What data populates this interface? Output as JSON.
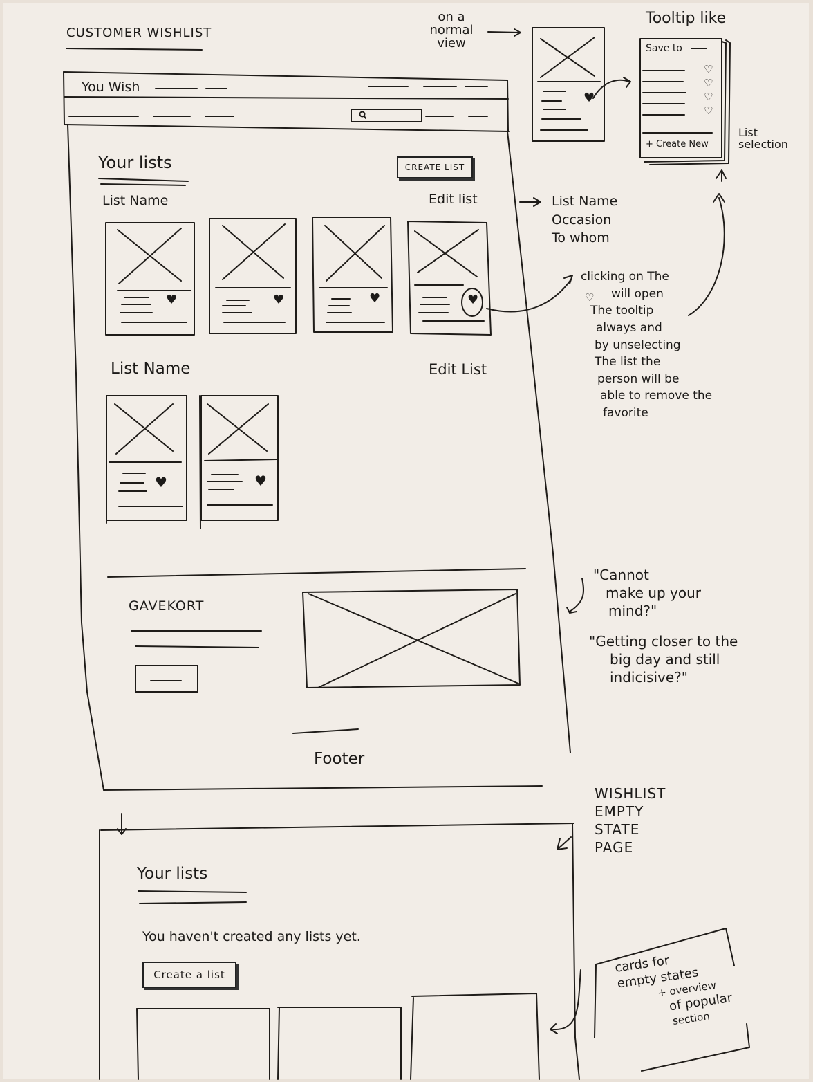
{
  "page_title": "Customer Wishlist",
  "header": {
    "logo": "You Wish"
  },
  "main": {
    "heading": "Your lists",
    "create_button": "Create list",
    "lists": [
      {
        "name": "List Name",
        "edit_label": "Edit list",
        "items": 4
      },
      {
        "name": "List Name",
        "edit_label": "Edit List",
        "items": 2
      }
    ]
  },
  "giftcard": {
    "title": "Gavekort"
  },
  "footer": {
    "label": "Footer"
  },
  "annotations": {
    "normal_view": "on a normal view",
    "tooltip_like": "Tooltip like",
    "tooltip_save_to": "Save to",
    "tooltip_create_new": "+ Create New",
    "list_selection": "List selection",
    "edit_fields": [
      "List Name",
      "Occasion",
      "To whom"
    ],
    "heart_note": [
      "clicking on The",
      "will open",
      "The tooltip",
      "always and",
      "by unselecting",
      "The list the",
      "person will be",
      "able to remove the",
      "favorite"
    ],
    "quote_1": [
      "\"Cannot",
      "make up your",
      "mind?\""
    ],
    "quote_2": [
      "\"Getting closer to the",
      "big day and still",
      "indicisive?\""
    ],
    "empty_state_label": [
      "WISHLIST",
      "EMPTY",
      "STATE",
      "PAGE"
    ],
    "cards_note": [
      "cards for",
      "empty states",
      "+ overview",
      "of popular",
      "section"
    ]
  },
  "empty_state": {
    "heading": "Your lists",
    "message": "You haven't created any lists yet.",
    "button": "Create a list"
  }
}
